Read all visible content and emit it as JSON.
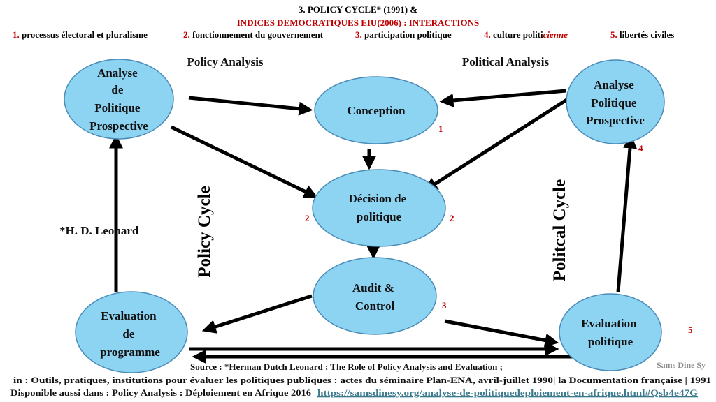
{
  "header": {
    "title": "3. POLICY CYCLE* (1991)  &",
    "subtitle": "INDICES DEMOCRATIQUES EIU(2006) : INTERACTIONS",
    "indices": [
      {
        "num": "1.",
        "label": " processus électoral et pluralisme"
      },
      {
        "num": "2.",
        "label": " fonctionnement du gouvernement"
      },
      {
        "num": "3.",
        "label": " participation politique"
      },
      {
        "num": "4.",
        "label": " culture politi",
        "label_em": "cienne"
      },
      {
        "num": "5.",
        "label": " libertés civiles"
      }
    ]
  },
  "sections": {
    "policy_analysis": "Policy Analysis",
    "political_analysis": "Political Analysis",
    "policy_cycle": "Policy Cycle",
    "political_cycle": "Politcal Cycle",
    "author": "*H. D. Leonard"
  },
  "nodes": {
    "analyse_left": [
      "Analyse",
      "de",
      "Politique",
      "Prospective"
    ],
    "conception": [
      "Conception"
    ],
    "analyse_right": [
      "Analyse",
      "Politique",
      "Prospective"
    ],
    "decision": [
      "Décision de",
      "politique"
    ],
    "audit": [
      "Audit &",
      "Control"
    ],
    "eval_programme": [
      "Evaluation",
      "de",
      "programme"
    ],
    "eval_politique": [
      "Evaluation",
      "politique"
    ]
  },
  "markers": {
    "conception": "1",
    "decision_left": "2",
    "decision_right": "2",
    "audit": "3",
    "analyse_right": "4",
    "eval_politique": "5"
  },
  "footer": {
    "source": "Source : *Herman Dutch Leonard : The Role of Policy Analysis and Evaluation ;",
    "in": "in : Outils, pratiques, institutions pour évaluer les politiques publiques : actes du séminaire Plan-ENA, avril-juillet 1990| la Documentation française | 1991",
    "available": "Disponible aussi dans : Policy Analysis : Déploiement en Afrique 2016",
    "link": "https://samsdinesy.org/analyse-de-politiquedeploiement-en-afrique.html#Qsb4e47G",
    "watermark": "Sams Dine Sy"
  },
  "colors": {
    "accent_red": "#c00000",
    "node_fill": "#8dd3f2"
  }
}
